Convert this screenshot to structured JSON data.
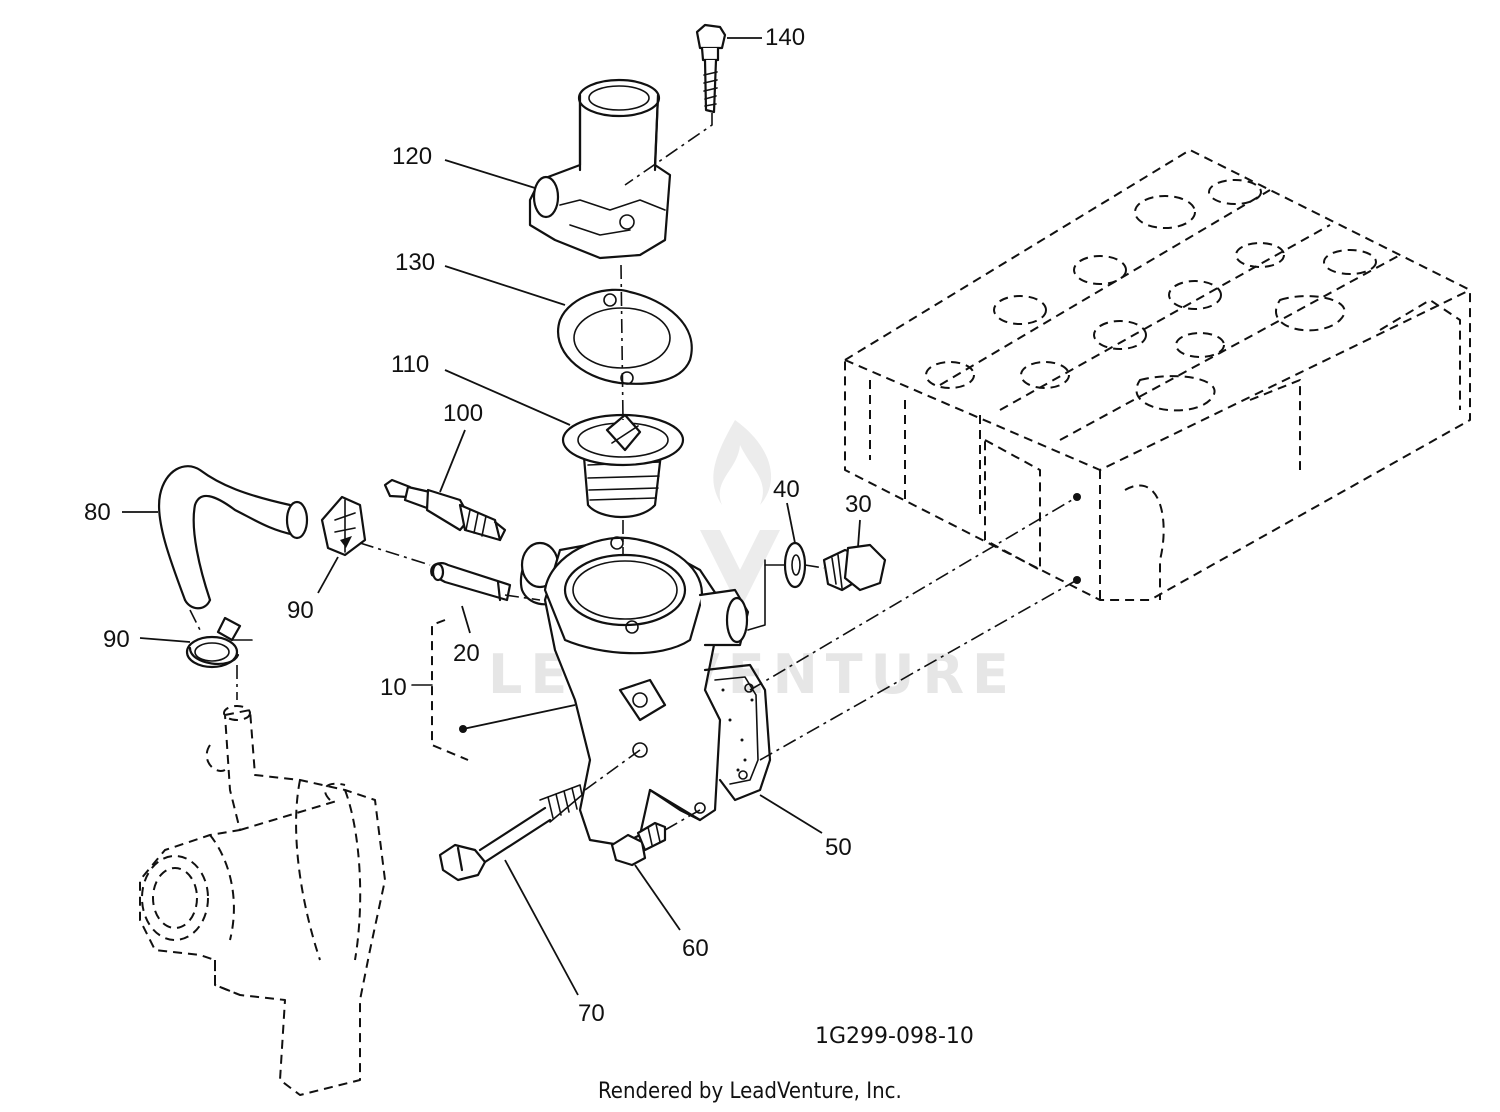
{
  "diagram": {
    "figure_id": "1G299-098-10",
    "footer": "Rendered by LeadVenture, Inc.",
    "watermark": "LEADVENTURE",
    "callouts": [
      {
        "id": "c140",
        "label": "140"
      },
      {
        "id": "c120",
        "label": "120"
      },
      {
        "id": "c130",
        "label": "130"
      },
      {
        "id": "c110",
        "label": "110"
      },
      {
        "id": "c100",
        "label": "100"
      },
      {
        "id": "c80",
        "label": "80"
      },
      {
        "id": "c90a",
        "label": "90"
      },
      {
        "id": "c90b",
        "label": "90"
      },
      {
        "id": "c20",
        "label": "20"
      },
      {
        "id": "c10",
        "label": "10"
      },
      {
        "id": "c40",
        "label": "40"
      },
      {
        "id": "c30",
        "label": "30"
      },
      {
        "id": "c50",
        "label": "50"
      },
      {
        "id": "c60",
        "label": "60"
      },
      {
        "id": "c70",
        "label": "70"
      }
    ]
  }
}
